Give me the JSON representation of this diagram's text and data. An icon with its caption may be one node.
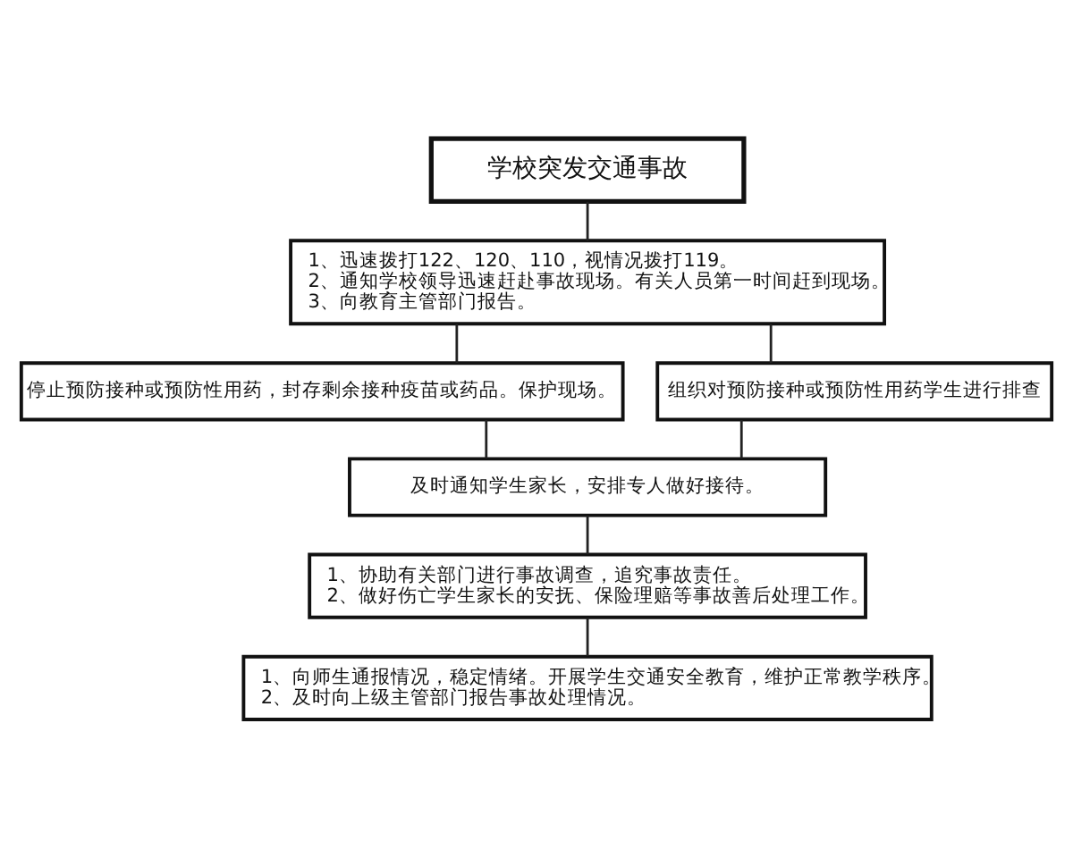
{
  "diagram": {
    "nodes": [
      {
        "text": [
          "学校突发交通事故"
        ]
      },
      {
        "text": [
          "1、迅速拨打122、120、110，视情况拨打119。",
          "2、通知学校领导迅速赶赴事故现场。有关人员第一时间赶到现场。",
          "3、向教育主管部门报告。"
        ]
      },
      {
        "text": [
          "停止预防接种或预防性用药，封存剩余接种疫苗或药品。保护现场。"
        ]
      },
      {
        "text": [
          "组织对预防接种或预防性用药学生进行排查"
        ]
      },
      {
        "text": [
          "及时通知学生家长，安排专人做好接待。"
        ]
      },
      {
        "text": [
          "1、协助有关部门进行事故调查，追究事故责任。",
          "2、做好伤亡学生家长的安抚、保险理赔等事故善后处理工作。"
        ]
      },
      {
        "text": [
          "1、向师生通报情况，稳定情绪。开展学生交通安全教育，维护正常教学秩序。",
          "2、及时向上级主管部门报告事故处理情况。"
        ]
      }
    ],
    "edges": [
      {
        "from": 0,
        "to": 1,
        "arrow": "none"
      },
      {
        "from": 1,
        "to": 2,
        "arrow": "none"
      },
      {
        "from": 1,
        "to": 3,
        "arrow": "none"
      },
      {
        "from": 2,
        "to": 4,
        "arrow": "none"
      },
      {
        "from": 3,
        "to": 4,
        "arrow": "none"
      },
      {
        "from": 4,
        "to": 5,
        "arrow": "none"
      },
      {
        "from": 5,
        "to": 6,
        "arrow": "none"
      }
    ]
  }
}
